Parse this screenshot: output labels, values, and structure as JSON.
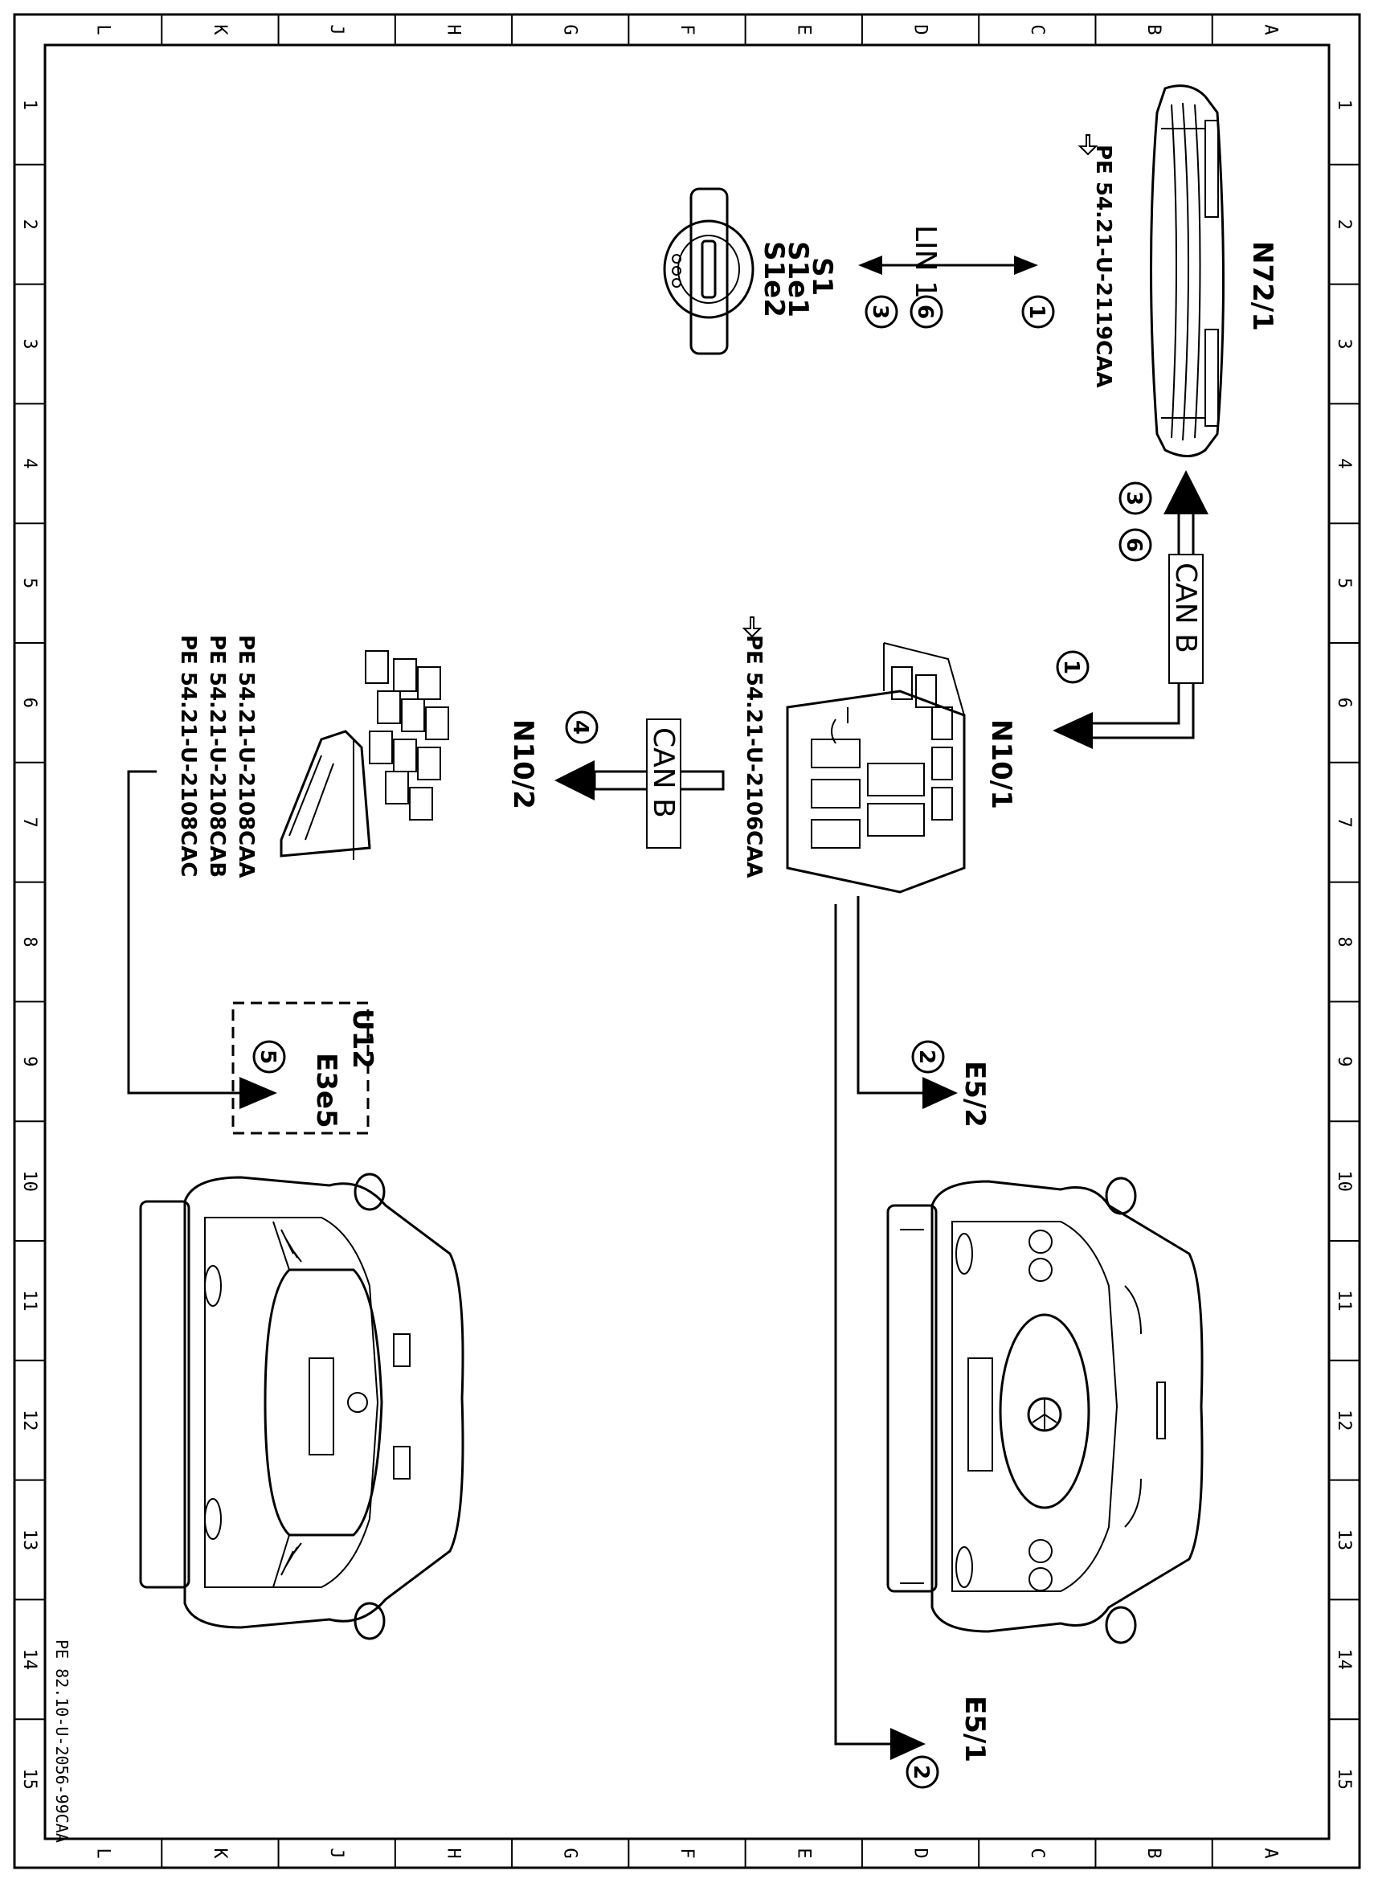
{
  "rulers": {
    "letters": [
      "L",
      "K",
      "J",
      "H",
      "G",
      "F",
      "E",
      "D",
      "C",
      "B",
      "A"
    ],
    "numbers": [
      "1",
      "2",
      "3",
      "4",
      "5",
      "6",
      "7",
      "8",
      "9",
      "10",
      "11",
      "12",
      "13",
      "14",
      "15"
    ]
  },
  "components": {
    "n72_1": "N72/1",
    "n10_1": "N10/1",
    "n10_2": "N10/2",
    "s1": "S1",
    "s1e1": "S1e1",
    "s1e2": "S1e2",
    "u12": "U12",
    "e3e5": "E3e5",
    "e5_2": "E5/2",
    "e5_1": "E5/1"
  },
  "references": {
    "n72_1_ref": "PE 54.21-U-2119CAA",
    "n10_1_ref": "PE 54.21-U-2106CAA",
    "n10_2_refs": [
      "PE 54.21-U-2108CAA",
      "PE 54.21-U-2108CAB",
      "PE 54.21-U-2108CAC"
    ]
  },
  "buses": {
    "lin1": "LIN 1",
    "canb_upper": "CAN B",
    "canb_lower": "CAN B"
  },
  "markers": {
    "lin_from": "1",
    "lin_to_a": "6",
    "lin_to_b": "3",
    "can_up_a": "3",
    "can_up_b": "6",
    "can_n10_1": "1",
    "can_n10_2": "4",
    "e5_2_num": "2",
    "e5_1_num": "2",
    "u12_num": "5"
  },
  "footer_code": "PE 82.10-U-2056-99CAA"
}
